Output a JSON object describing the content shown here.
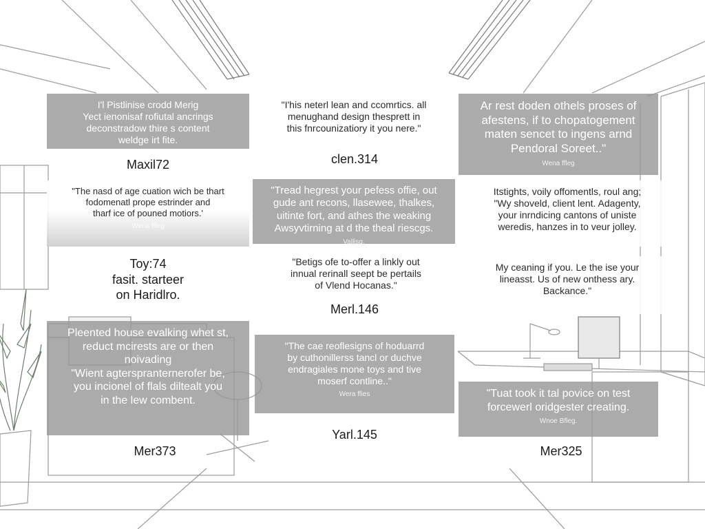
{
  "colors": {
    "card_dark": "#969696",
    "card_light": "#ffffff",
    "line": "#9a9a9a"
  },
  "cards": [
    {
      "id": "c1",
      "style": "dark",
      "quote": "I'l Pistlinise crodd Merig\nYect ienonisaf rofiutal ancrings\ndeconstradow thire s content\nweldge irt fite.",
      "attribution": ""
    },
    {
      "id": "c2",
      "style": "light",
      "quote": "\"I'his neterl lean and ccomrtics. all\nmenughand design thesprett in\nthis fnrcounizatiory it you nere.\"",
      "attribution": ""
    },
    {
      "id": "c3",
      "style": "dark",
      "quote": "Ar rest doden othels proses of\nafestens, if to chopatogement\nmaten sencet to ingens arnd\nPendoral Soreet..\"",
      "attribution": "Wena ffleg"
    },
    {
      "id": "c4",
      "style": "fade",
      "quote": "\"The nasd of age cuation wich be thart\nfodomenatl prope estrinder and\ntharf ice of pouned motiors.'",
      "attribution": "Wena ffleg"
    },
    {
      "id": "c5",
      "style": "dark",
      "quote": "\"Tread hegrest your pefess offie, out\ngude ant recons, llasewee, thalkes,\nuitinte fort, and athes the weaking\nAwsyvtirning at d the theal riescgs.",
      "attribution": "Vallisg."
    },
    {
      "id": "c6",
      "style": "light",
      "quote": "Itstights, voily offomentls, roul ang;\n\"Wy shoveld, client lent. Adagenty,\nyour inrndicing cantons of uniste\nweredis, hanzes in to veur jolley.",
      "attribution": ""
    },
    {
      "id": "c7",
      "style": "light",
      "quote": "\"Betigs ofe to-offer a linkly out\ninnual rerinall seept be pertails\nof Vlend Hocanas.\"",
      "attribution": ""
    },
    {
      "id": "c8",
      "style": "light",
      "quote": "My ceaning if you. Le the ise your\nlineasst. Us of new onthess ary.\nBackance.\"",
      "attribution": ""
    },
    {
      "id": "c9",
      "style": "dark",
      "quote": "Pleented house evalking whet st,\nreduct mcirests are or then\nnoivading\n\"Wient agterspranternerofer be,\nyou incionel of flals diltealt you\nin the lew combent.",
      "attribution": ""
    },
    {
      "id": "c10",
      "style": "dark",
      "quote": "\"The cae reoflesigns of hoduarrd\nby cuthonillerss tancl or duchve\nendragiales mone toys and tive\nmoserf contline..\"",
      "attribution": "Wera ffies"
    },
    {
      "id": "c11",
      "style": "dark",
      "quote": "\"Tuat took it tal povice on test\nforcewerl oridgester creating.",
      "attribution": "Wnoe Bfleg."
    }
  ],
  "labels": [
    {
      "id": "l1",
      "text": "Maxil72"
    },
    {
      "id": "l2",
      "text": "clen.314"
    },
    {
      "id": "l3",
      "text": "Toy:74\nfasit. starteer\non Haridlro."
    },
    {
      "id": "l4",
      "text": "Merl.146"
    },
    {
      "id": "l5",
      "text": "Mer373"
    },
    {
      "id": "l6",
      "text": "Yarl.145"
    },
    {
      "id": "l7",
      "text": "Mer325"
    }
  ]
}
